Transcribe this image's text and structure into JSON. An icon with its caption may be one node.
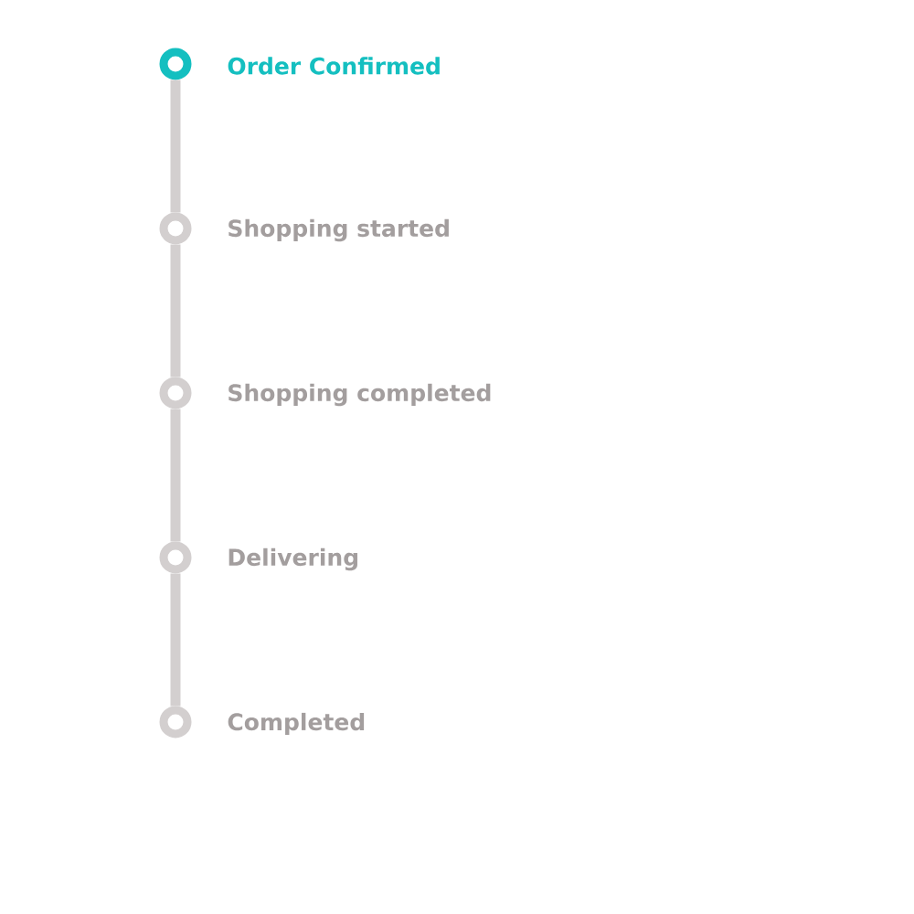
{
  "diagram": {
    "nodes": [
      {
        "text": [
          "Order Confirmed"
        ]
      },
      {
        "text": [
          "Shopping started"
        ]
      },
      {
        "text": [
          "Shopping completed"
        ]
      },
      {
        "text": [
          "Delivering"
        ]
      },
      {
        "text": [
          "Completed"
        ]
      }
    ],
    "edges": [
      {
        "from": 0,
        "to": 1,
        "arrow": "none"
      },
      {
        "from": 1,
        "to": 2,
        "arrow": "none"
      },
      {
        "from": 2,
        "to": 3,
        "arrow": "none"
      },
      {
        "from": 3,
        "to": 4,
        "arrow": "none"
      }
    ]
  }
}
